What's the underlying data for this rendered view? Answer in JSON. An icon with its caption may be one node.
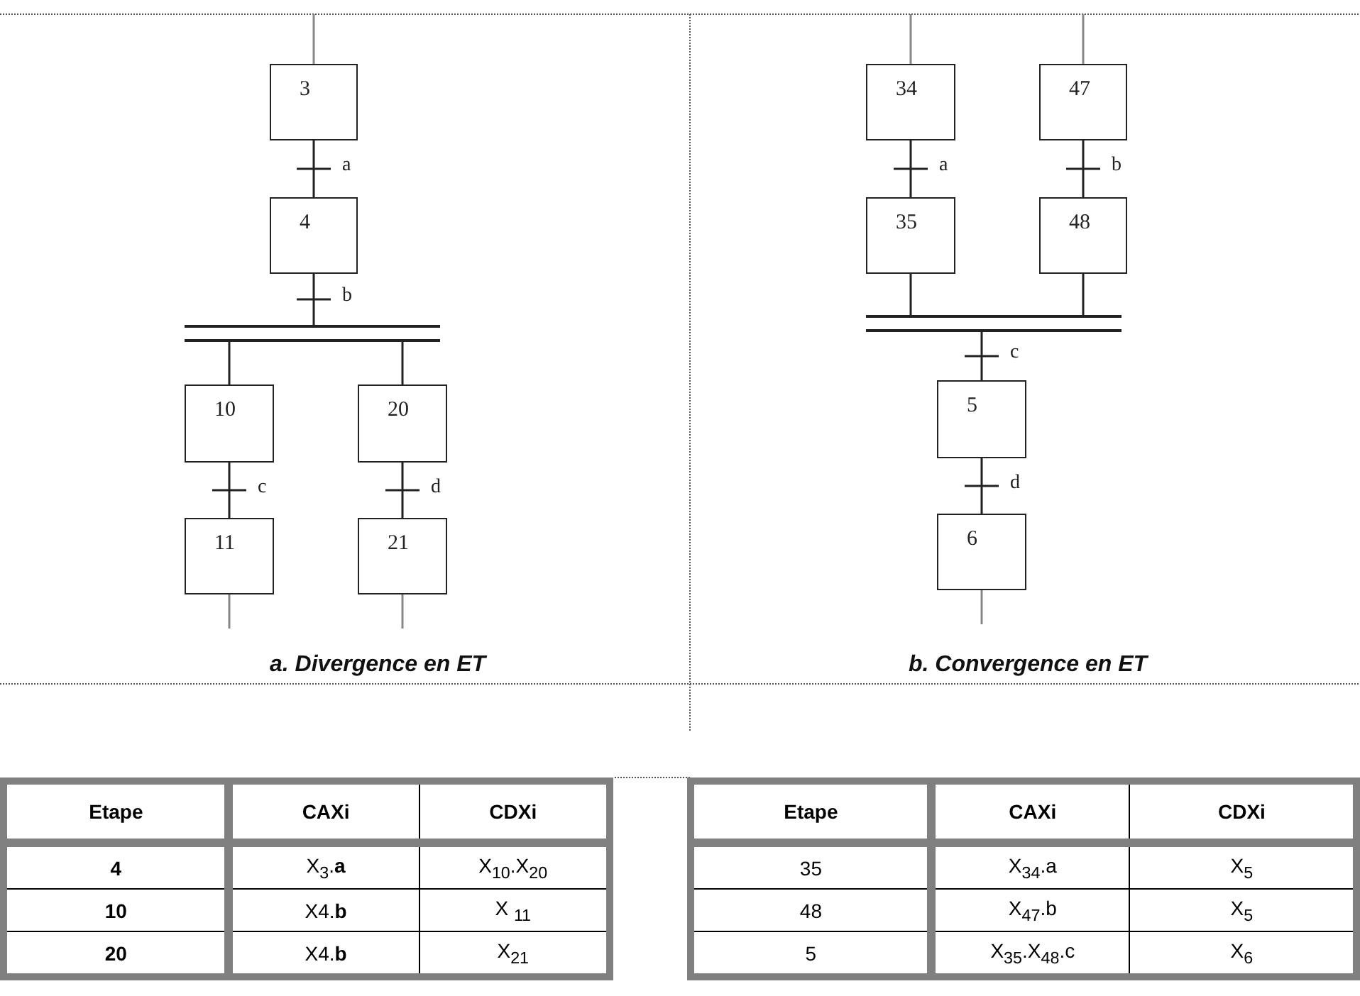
{
  "diagram": {
    "nodes": [
      {
        "text": [
          "3"
        ]
      },
      {
        "text": [
          "4"
        ]
      },
      {
        "text": [],
        "shape": "bar"
      },
      {
        "text": [
          "10"
        ]
      },
      {
        "text": [
          "20"
        ]
      },
      {
        "text": [
          "11"
        ]
      },
      {
        "text": [
          "21"
        ]
      },
      {
        "text": [
          "34"
        ]
      },
      {
        "text": [
          "47"
        ]
      },
      {
        "text": [
          "35"
        ]
      },
      {
        "text": [
          "48"
        ]
      },
      {
        "text": [],
        "shape": "bar"
      },
      {
        "text": [
          "5"
        ]
      },
      {
        "text": [
          "6"
        ]
      }
    ],
    "edges": [
      {
        "from": null,
        "to": 0,
        "arrow": "none",
        "color": "#888888"
      },
      {
        "from": 0,
        "to": 1,
        "arrow": "none",
        "label": "a"
      },
      {
        "from": 1,
        "to": 2,
        "arrow": "none",
        "label": "b"
      },
      {
        "from": 2,
        "to": 3,
        "arrow": "none"
      },
      {
        "from": 2,
        "to": 4,
        "arrow": "none"
      },
      {
        "from": 3,
        "to": 5,
        "arrow": "none",
        "label": "c"
      },
      {
        "from": 4,
        "to": 6,
        "arrow": "none",
        "label": "d"
      },
      {
        "from": 5,
        "to": null,
        "arrow": "none",
        "color": "#888888"
      },
      {
        "from": 6,
        "to": null,
        "arrow": "none",
        "color": "#888888"
      },
      {
        "from": null,
        "to": 7,
        "arrow": "none",
        "color": "#888888"
      },
      {
        "from": null,
        "to": 8,
        "arrow": "none",
        "color": "#888888"
      },
      {
        "from": 7,
        "to": 9,
        "arrow": "none",
        "label": "a"
      },
      {
        "from": 8,
        "to": 10,
        "arrow": "none",
        "label": "b"
      },
      {
        "from": 9,
        "to": 11,
        "arrow": "none"
      },
      {
        "from": 10,
        "to": 11,
        "arrow": "none"
      },
      {
        "from": 11,
        "to": 12,
        "arrow": "none",
        "label": "c"
      },
      {
        "from": 12,
        "to": 13,
        "arrow": "none",
        "label": "d"
      },
      {
        "from": 13,
        "to": null,
        "arrow": "none",
        "color": "#888888"
      }
    ],
    "labels": [
      "a. Divergence en ET",
      "b. Convergence en ET",
      "Etape",
      "CAXi",
      "CDXi",
      "4",
      "X$_{3}$.**a**",
      "X$_{10}$.X$_{20}$",
      "10",
      "X4.**b**",
      "X $_{11}$",
      "20",
      "X4.**b**",
      "X$_{21}$",
      "Etape",
      "CAXi",
      "CDXi",
      "35",
      "X$_{34}$.a",
      "X$_{5}$",
      "48",
      "X$_{47}$.b",
      "X$_{5}$",
      "5",
      "X$_{35}$.X$_{48}$.c",
      "X$_{6}$"
    ]
  }
}
